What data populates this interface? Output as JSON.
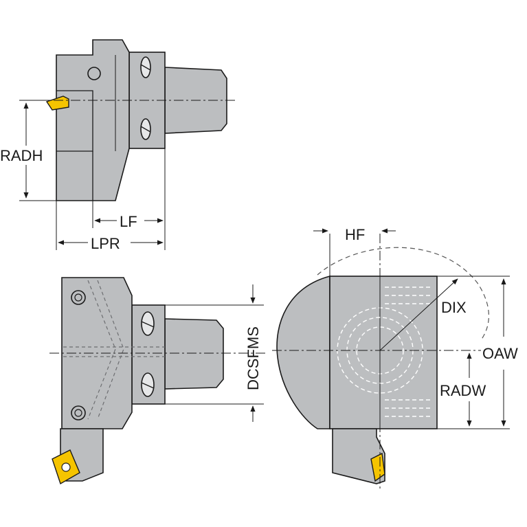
{
  "labels": {
    "radh": "RADH",
    "lf": "LF",
    "lpr": "LPR",
    "dcsfms": "DCSFMS",
    "hf": "HF",
    "dix": "DIX",
    "oaw": "OAW",
    "radw": "RADW"
  },
  "colors": {
    "body": "#bcbec0",
    "insert": "#f5c400",
    "line": "#1a1a1a"
  }
}
